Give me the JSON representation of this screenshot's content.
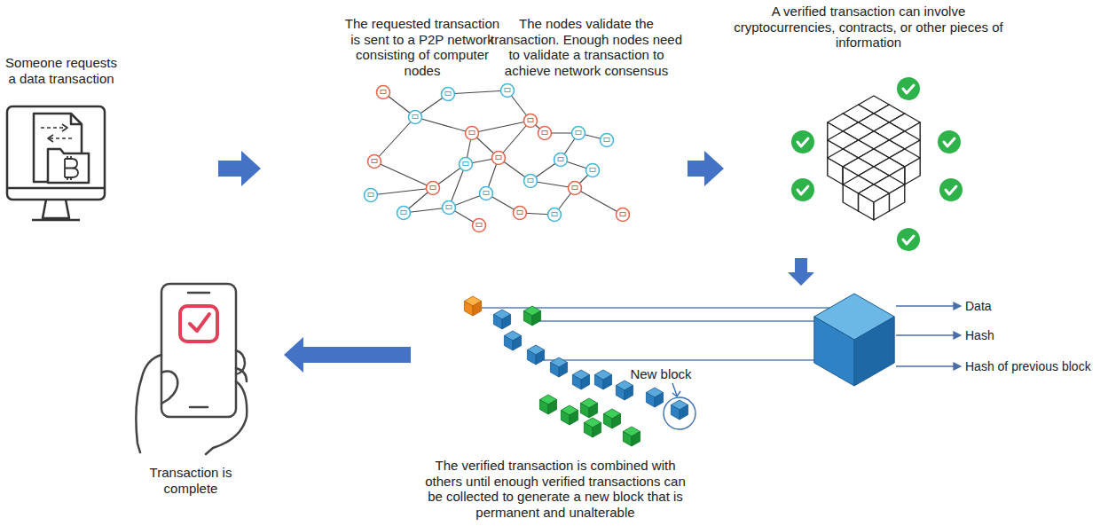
{
  "diagram": {
    "nodes": [
      {
        "text": [
          "Someone requests a data transaction"
        ]
      },
      {
        "text": [
          "The requested transaction is sent to a P2P network consisting of computer nodes",
          "The nodes validate the transaction. Enough nodes need to validate a transaction to achieve network consensus"
        ]
      },
      {
        "text": [
          "A verified transaction can involve cryptocurrencies, contracts, or other pieces of information"
        ]
      },
      {
        "text": [
          "Data",
          "Hash",
          "Hash of previous block"
        ]
      },
      {
        "text": [
          "New block",
          "The verified transaction is combined with others until enough verified transactions can be collected to generate a new block that is permanent and unalterable"
        ]
      },
      {
        "text": [
          "Transaction is complete"
        ]
      }
    ],
    "edges": [
      {
        "from": 0,
        "to": 1,
        "arrow": "to"
      },
      {
        "from": 1,
        "to": 2,
        "arrow": "to"
      },
      {
        "from": 2,
        "to": 3,
        "arrow": "to"
      },
      {
        "from": 4,
        "to": 5,
        "arrow": "to"
      }
    ]
  }
}
